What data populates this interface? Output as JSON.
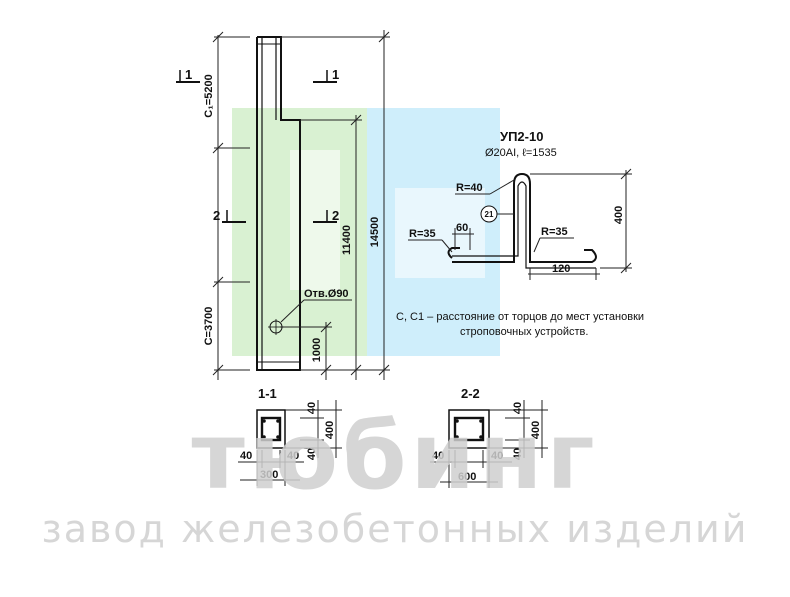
{
  "watermark": {
    "brand": "тюбинг",
    "tagline": "завод железобетонных изделий",
    "colors": {
      "green": "#d8f0d0",
      "blue": "#cdeefa",
      "text": "#cccccc"
    }
  },
  "column": {
    "dims": {
      "c1": "C₁=5200",
      "c": "C=3700",
      "total": "14500",
      "mid": "11400",
      "bottom": "1000",
      "hole": "Отв.Ø90"
    },
    "section_marks": {
      "s1": "1",
      "s2": "2"
    }
  },
  "rebar": {
    "title": "УП2-10",
    "subtitle": "Ø20AI, ℓ=1535",
    "r40": "R=40",
    "r35_left": "R=35",
    "r35_right": "R=35",
    "d60": "60",
    "d120": "120",
    "d400": "400",
    "pos": "21"
  },
  "note": {
    "line1": "С, С1 – расстояние от торцов до мест установки",
    "line2": "строповочных устройств."
  },
  "sections": [
    {
      "title": "1-1",
      "top": "40",
      "h": "400",
      "bot": "40",
      "left": "40",
      "right": "40",
      "width": "300"
    },
    {
      "title": "2-2",
      "top": "40",
      "h": "400",
      "bot": "40",
      "left": "40",
      "right": "40",
      "width": "600"
    }
  ]
}
